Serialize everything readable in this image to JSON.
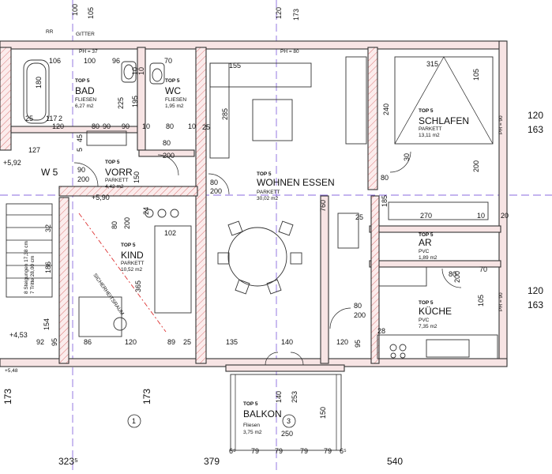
{
  "rooms": {
    "bad": {
      "top": "TOP 5",
      "name": "BAD",
      "floor": "FLIESEN",
      "area": "6,27 m2"
    },
    "wc": {
      "top": "TOP 5",
      "name": "WC",
      "floor": "FLIESEN",
      "area": "1,95 m2"
    },
    "vorr": {
      "top": "TOP 5",
      "name": "VORR",
      "floor": "PARKETT",
      "area": "4,42 m2"
    },
    "wohnen": {
      "top": "TOP 5",
      "name": "WOHNEN ESSEN",
      "floor": "PARKETT",
      "area": "30,02 m2"
    },
    "schlafen": {
      "top": "TOP 5",
      "name": "SCHLAFEN",
      "floor": "PARKETT",
      "area": "13,11 m2"
    },
    "kind": {
      "top": "TOP 5",
      "name": "KIND",
      "floor": "PARKETT",
      "area": "10,52 m2"
    },
    "ar": {
      "top": "TOP 5",
      "name": "AR",
      "floor": "PVC",
      "area": "1,89 m2"
    },
    "kueche": {
      "top": "TOP 5",
      "name": "KÜCHE",
      "floor": "PVC",
      "area": "7,35 m2"
    },
    "balkon": {
      "top": "TOP 5",
      "name": "BALKON",
      "floor": "Fliesen",
      "area": "3,75 m2"
    }
  },
  "labels": {
    "w5": "W 5",
    "sicherheitsraum": "SICHERHEITSRAUM",
    "gitter": "GITTER",
    "ph37": "PH = 37",
    "ph80": "PH = 80",
    "ph90a": "PH = 90",
    "ph90b": "PH = 90",
    "rr": "RR",
    "stairs1": "8 Steigungen 17,38 cm",
    "stairs2": "7 Tritte 28,00 cm",
    "lvl_592": "+5,92",
    "lvl_590": "+5,90",
    "lvl_453": "+4,53",
    "lvl_548": "+5,48",
    "axis_1": "1",
    "axis_3": "3"
  },
  "dims": {
    "top_100": "100",
    "top_105": "105",
    "top_173a": "173",
    "top_120": "120",
    "r_120a": "120",
    "r_163a": "163",
    "r_120b": "120",
    "r_163b": "163",
    "b_173a": "173",
    "b_1": "1",
    "b_173b": "173",
    "b_3235": "323⁵",
    "b_379": "379",
    "b_540": "540",
    "d_106": "106",
    "d_100": "100",
    "d_96": "96",
    "d_70": "70",
    "d_155": "155",
    "d_315": "315",
    "d_180": "180",
    "d_225": "225",
    "d_195": "195",
    "d_10a": "10",
    "d_10b": "10",
    "d_285": "285",
    "d_240": "240",
    "d_105": "105",
    "d_2": "2",
    "d_25": "25",
    "d_117": "117",
    "d_120": "120",
    "d_80a": "80",
    "d_90a": "90",
    "d_80b": "80",
    "d_10c": "10",
    "d_90b": "90",
    "d_10d": "10",
    "d_80c": "80",
    "d_200a": "200",
    "d_90c": "90",
    "d_200b": "200",
    "d_760": "760",
    "d_200c": "200",
    "d_80d": "80",
    "d_185": "185",
    "d_270": "270",
    "d_10e": "10",
    "d_20": "20",
    "d_102": "102",
    "d_80e": "80",
    "d_200d": "200",
    "d_150": "150",
    "d_365": "365",
    "d_186": "186",
    "d_32": "32",
    "d_70b": "70",
    "d_80f": "80",
    "d_200e": "200",
    "d_105b": "105",
    "d_80g": "80",
    "d_200f": "200",
    "d_28": "28",
    "d_95": "95",
    "d_86": "86",
    "d_120b": "120",
    "d_89": "89",
    "d_25b": "25",
    "d_135": "135",
    "d_140a": "140",
    "d_120c": "120",
    "d_92": "92",
    "d_154": "154",
    "d_95b": "95",
    "d_140b": "140",
    "d_253": "253",
    "d_150b": "150",
    "d_250": "250",
    "d_65a": "6⁵",
    "d_79a": "79",
    "d_79b": "79",
    "d_79c": "79",
    "d_79d": "79",
    "d_65b": "6⁵",
    "d_25c": "25",
    "d_80h": "80",
    "d_200g": "200",
    "d_25d": "25",
    "d_127": "127",
    "d_45": "45",
    "d_5": "5",
    "d_24": "24",
    "d_30": "30"
  },
  "colors": {
    "wall": "#f7e4e4",
    "axis": "#8a6adf",
    "red": "#d33"
  }
}
